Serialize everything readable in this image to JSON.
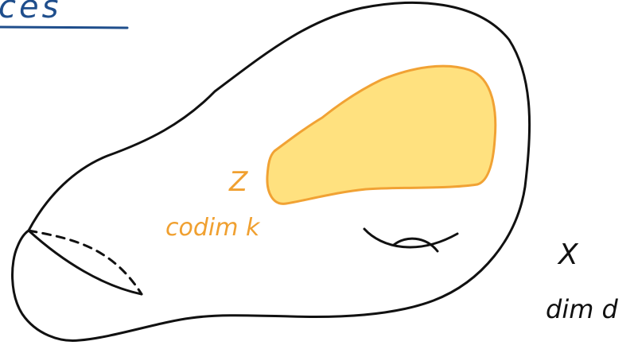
{
  "heading_fragment": "ces",
  "subvariety": {
    "name": "Z",
    "codim_label": "codim k"
  },
  "variety": {
    "name": "X",
    "dim_label": "dim d"
  },
  "colors": {
    "heading_ink": "#1f4e8c",
    "ink": "#111111",
    "subvariety_fill": "#ffe17f",
    "subvariety_outline": "#f1a234",
    "label_orange": "#f0a030"
  }
}
